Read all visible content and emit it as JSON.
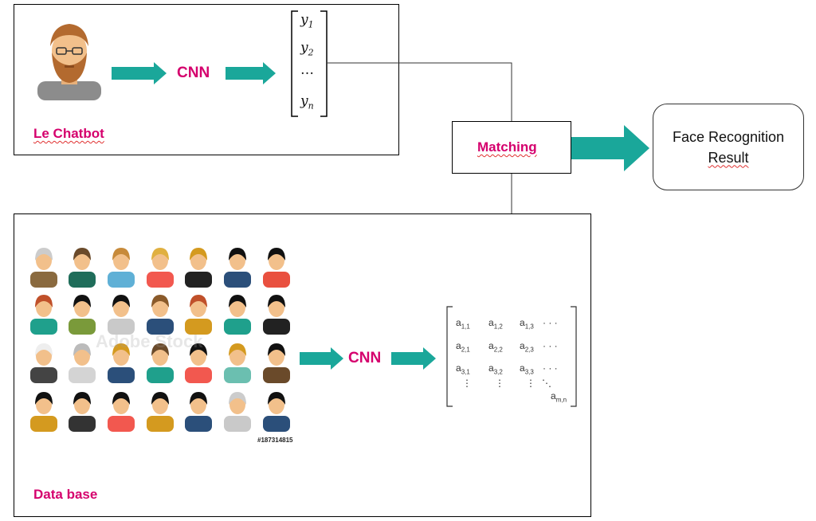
{
  "top_panel": {
    "label": "Le Chatbot"
  },
  "bottom_panel": {
    "label": "Data base",
    "stock_id": "#187314815",
    "watermark": "Adobe Stock"
  },
  "cnn_label": "CNN",
  "vector": {
    "y1": "y",
    "s1": "1",
    "y2": "y",
    "s2": "2",
    "dots": "…",
    "yn": "y",
    "sn": "n"
  },
  "matching": {
    "label": "Matching"
  },
  "result": {
    "line1": "Face Recognition",
    "line2": "Result"
  },
  "matrix": {
    "r1": [
      "a",
      "1,1",
      "a",
      "1,2",
      "a",
      "1,3",
      "· · ·"
    ],
    "r2": [
      "a",
      "2,1",
      "a",
      "2,2",
      "a",
      "2,3",
      "· · ·"
    ],
    "r3": [
      "a",
      "3,1",
      "a",
      "3,2",
      "a",
      "3,3",
      "· · ·"
    ],
    "vd": "⋮",
    "dd": "⋱",
    "last": [
      "a",
      "m,n"
    ]
  },
  "colors": {
    "accent_pink": "#d5006d",
    "arrow_teal": "#1aa79a"
  }
}
